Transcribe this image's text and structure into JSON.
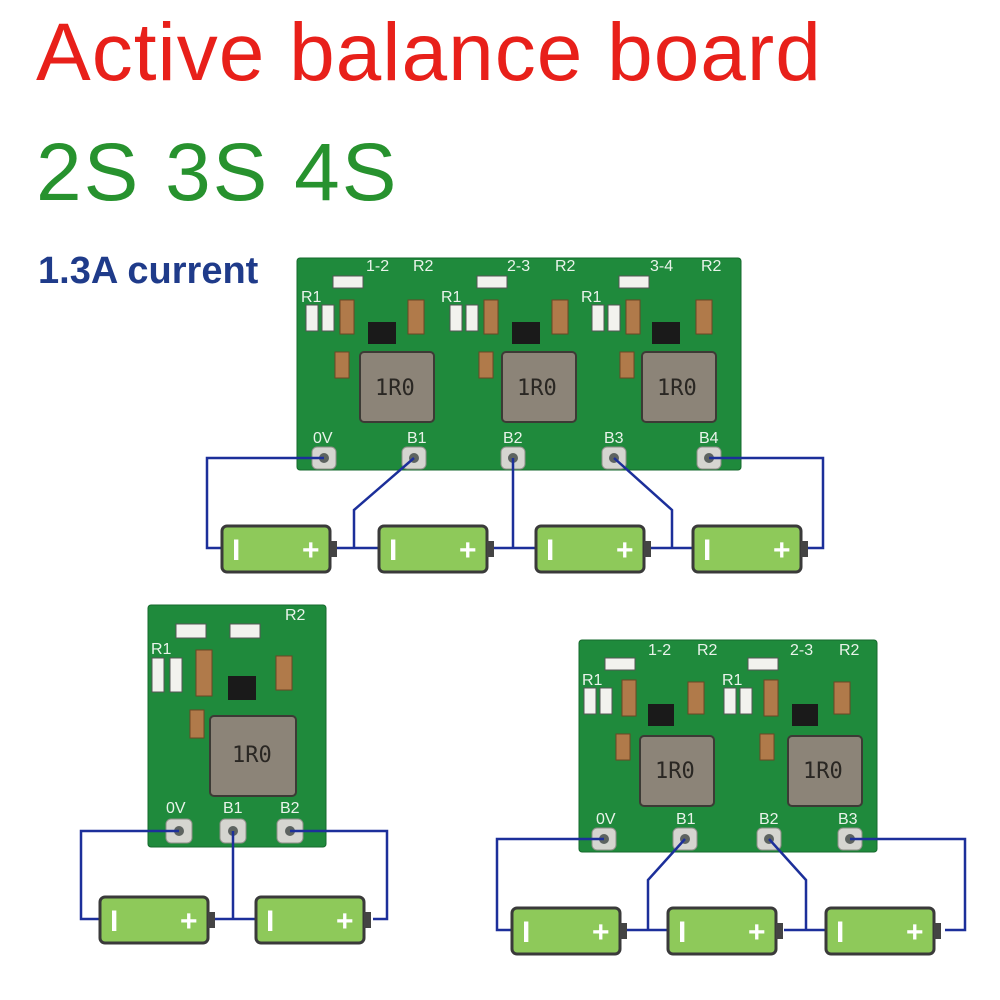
{
  "title": "Active balance board",
  "subtitle": "2S 3S 4S",
  "current_label": "1.3A current",
  "inductor_marking": "1R0",
  "battery": {
    "neg_symbol": "I",
    "pos_symbol": "+"
  },
  "boards": [
    {
      "id": "4s",
      "balancer_labels": [
        "1-2",
        "2-3",
        "3-4"
      ],
      "resistor_labels": {
        "r1": "R1",
        "r2": "R2"
      },
      "terminals": [
        "0V",
        "B1",
        "B2",
        "B3",
        "B4"
      ]
    },
    {
      "id": "2s",
      "balancer_labels": [],
      "resistor_labels": {
        "r1": "R1",
        "r2": "R2"
      },
      "terminals": [
        "0V",
        "B1",
        "B2"
      ]
    },
    {
      "id": "3s",
      "balancer_labels": [
        "1-2",
        "2-3"
      ],
      "resistor_labels": {
        "r1": "R1",
        "r2": "R2"
      },
      "terminals": [
        "0V",
        "B1",
        "B2",
        "B3"
      ]
    }
  ],
  "colors": {
    "title": "#e8201a",
    "subtitle": "#27922e",
    "current": "#1f3b8a",
    "pcb": "#1f8a3c",
    "wire": "#1c2f9a",
    "battery": "#8ec95a"
  }
}
